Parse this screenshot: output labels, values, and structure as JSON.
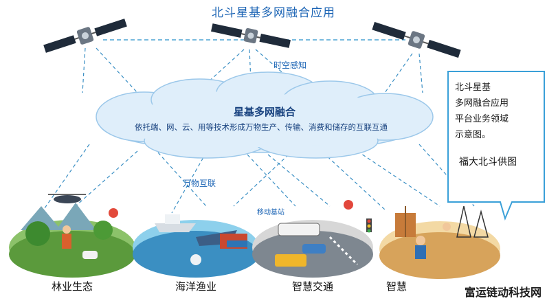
{
  "title": "北斗星基多网融合应用",
  "link_labels": {
    "space_time": "时空感知",
    "iot": "万物互联",
    "mobile_base": "移动基站"
  },
  "cloud": {
    "title": "星基多网融合",
    "subtitle": "依托端、网、云、用等技术形成万物生产、传输、消费和储存的互联互通"
  },
  "domains": [
    {
      "label": "林业生态"
    },
    {
      "label": "海洋渔业"
    },
    {
      "label": "智慧交通"
    },
    {
      "label": "智慧"
    }
  ],
  "note": {
    "text": "北斗星基\n多网融合应用\n平台业务领域\n示意图。",
    "credit": "福大北斗供图"
  },
  "watermark": "富运链动科技网",
  "colors": {
    "title_blue": "#1a63b4",
    "cloud_fill": "#dfeefa",
    "cloud_edge": "#9cc8ea",
    "dash_line": "#4aa3d4",
    "note_border": "#3aa0d8"
  }
}
